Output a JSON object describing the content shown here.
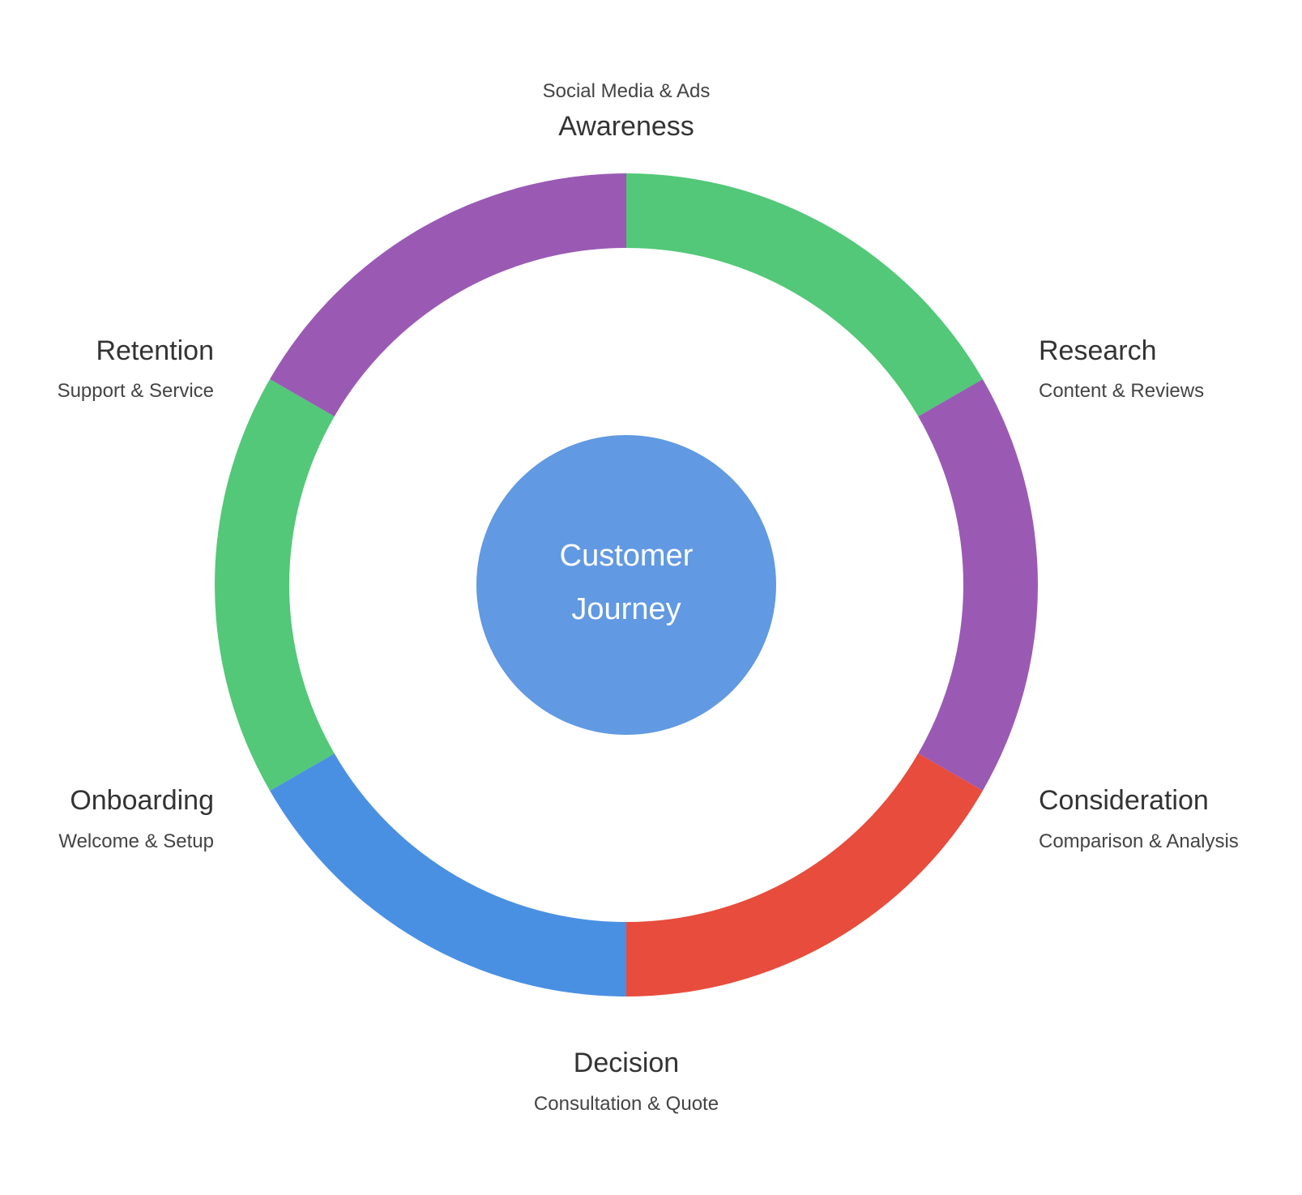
{
  "center": {
    "line1": "Customer",
    "line2": "Journey",
    "color": "#6199e2"
  },
  "stages": [
    {
      "id": "awareness",
      "title": "Awareness",
      "subtitle": "Social Media & Ads",
      "color": "#52c878"
    },
    {
      "id": "research",
      "title": "Research",
      "subtitle": "Content & Reviews",
      "color": "#9a5ab4"
    },
    {
      "id": "consideration",
      "title": "Consideration",
      "subtitle": "Comparison & Analysis",
      "color": "#e74c3c"
    },
    {
      "id": "decision",
      "title": "Decision",
      "subtitle": "Consultation & Quote",
      "color": "#4a90e2"
    },
    {
      "id": "onboarding",
      "title": "Onboarding",
      "subtitle": "Welcome & Setup",
      "color": "#52c878"
    },
    {
      "id": "retention",
      "title": "Retention",
      "subtitle": "Support & Service",
      "color": "#9a5ab4"
    }
  ]
}
